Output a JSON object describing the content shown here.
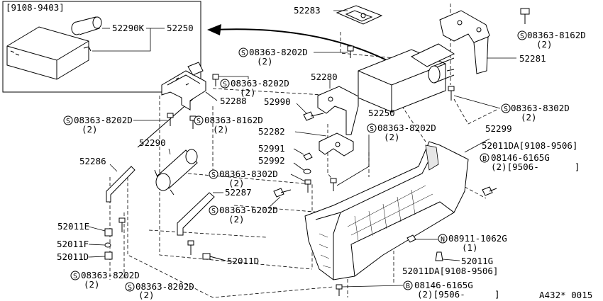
{
  "inset": {
    "title": "[9108-9403]",
    "label_52290k": "52290K",
    "label_52250": "52250"
  },
  "labels": {
    "p52283": "52283",
    "p52281": "52281",
    "p52280": "52280",
    "p52250": "52250",
    "p52990": "52990",
    "p52288": "52288",
    "p52282": "52282",
    "p52290": "52290",
    "p52991": "52991",
    "p52992": "52992",
    "p52286": "52286",
    "p52287": "52287",
    "p52299": "52299",
    "p52011E": "52011E",
    "p52011F": "52011F",
    "p52011D_a": "52011D",
    "p52011D_b": "52011D",
    "p52011G": "52011G",
    "p52011DA_top": "52011DA[9108-9506]",
    "p52011DA_bot": "52011DA[9108-9506]",
    "f08363_8162D_a": "08363-8162D",
    "f08363_8162D_a_q": "(2)",
    "f08363_8202D_a": "08363-8202D",
    "f08363_8202D_a_q": "(2)",
    "f08363_8202D_b": "08363-8202D",
    "f08363_8202D_b_q": "(2)",
    "f08363_8302D_a": "08363-8302D",
    "f08363_8302D_a_q": "(2)",
    "f08363_8202D_c": "08363-8202D",
    "f08363_8202D_c_q": "(2)",
    "f08363_8162D_b": "08363-8162D",
    "f08363_8162D_b_q": "(2)",
    "f08363_8202D_d": "08363-8202D",
    "f08363_8202D_d_q": "(2)",
    "f08363_8302D_b": "08363-8302D",
    "f08363_8302D_b_q": "(2)",
    "f08363_6202D": "08363-6202D",
    "f08363_6202D_q": "(2)",
    "f08146_6165G_a": "08146-6165G",
    "f08146_6165G_a_q": "(2)[9506-",
    "f08146_6165G_a_end": "]",
    "f08911_1062G": "08911-1062G",
    "f08911_1062G_q": "(1)",
    "f08363_8202D_e": "08363-8202D",
    "f08363_8202D_e_q": "(2)",
    "f08363_8202D_f": "08363-8202D",
    "f08363_8202D_f_q": "(2)",
    "f08146_6165G_b": "08146-6165G",
    "f08146_6165G_b_q": "(2)[9506-",
    "f08146_6165G_b_end": "]"
  },
  "symbols": {
    "screw": "S",
    "bolt": "B",
    "nut": "N"
  },
  "footer": {
    "code": "A432* 0015"
  }
}
